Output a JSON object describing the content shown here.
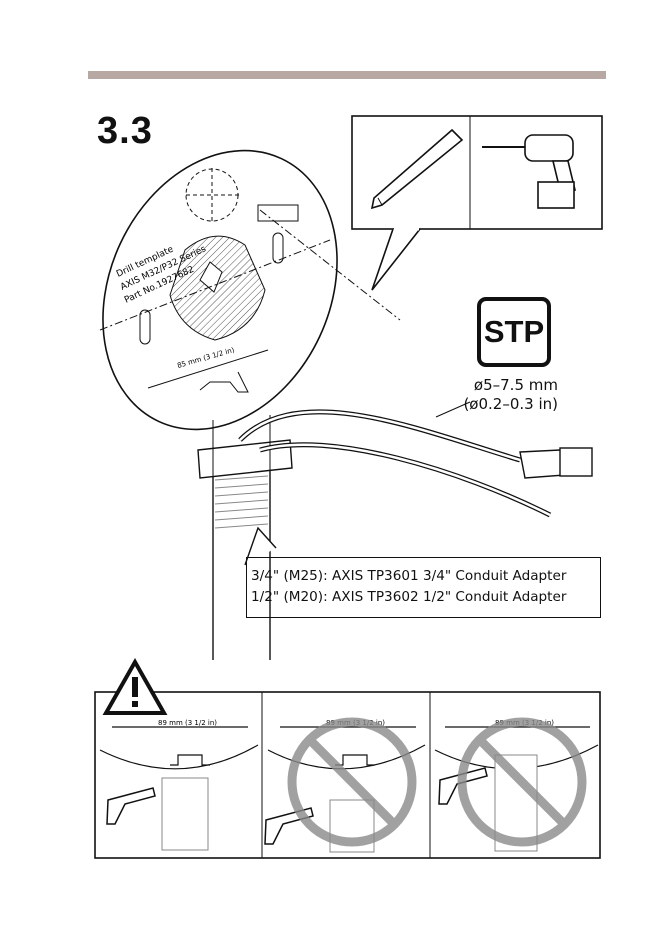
{
  "step": {
    "number": "3.3"
  },
  "template": {
    "line1": "Drill template",
    "line2": "AXIS M32/P32 Series",
    "line3": "Part No.1927682",
    "dimension": "85 mm (3 1/2 in)"
  },
  "cable": {
    "type_label": "STP",
    "diameter_mm": "ø5–7.5 mm",
    "diameter_in": "(ø0.2–0.3 in)"
  },
  "adapters": {
    "line1": "3/4\" (M25): AXIS TP3601 3/4\" Conduit Adapter",
    "line2": "1/2\" (M20): AXIS TP3602 1/2\" Conduit Adapter"
  },
  "warning": {
    "dimension": "89 mm (3 1/2 in)",
    "icon": "warning-triangle-icon",
    "panels": [
      {
        "state": "correct"
      },
      {
        "state": "incorrect"
      },
      {
        "state": "incorrect"
      }
    ]
  },
  "colors": {
    "accent_bar": "#b7a8a3",
    "prohibit": "#8a8a8a"
  }
}
